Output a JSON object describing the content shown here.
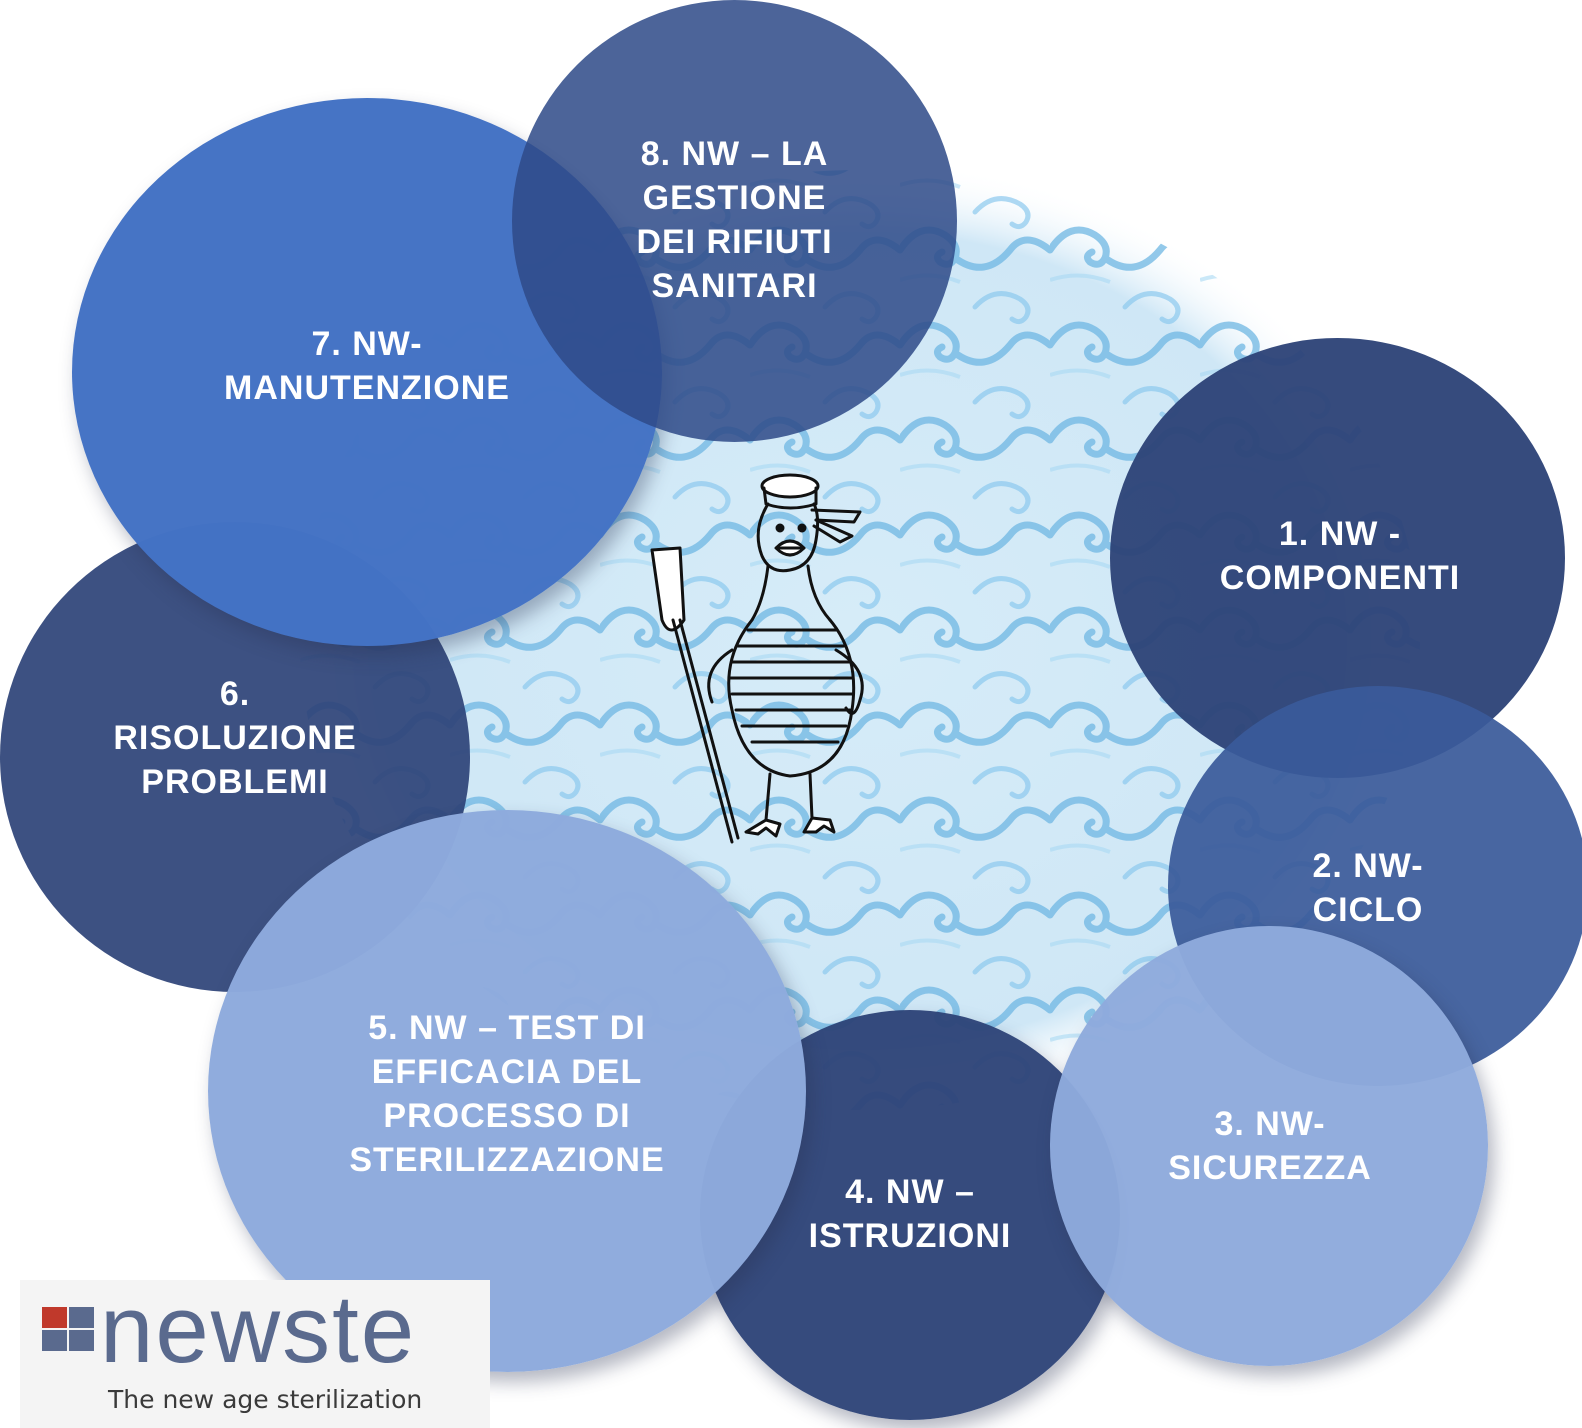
{
  "colors": {
    "dark_navy": "#2e4478",
    "medium_blue": "#3a5a9a",
    "bright_blue": "#4472c4",
    "light_blue": "#8eaadc",
    "wave": "#7fbfe6"
  },
  "topics": [
    {
      "id": 1,
      "label_lines": [
        "1. NW -",
        "COMPONENTI"
      ]
    },
    {
      "id": 2,
      "label_lines": [
        "2. NW-",
        "CICLO"
      ]
    },
    {
      "id": 3,
      "label_lines": [
        "3. NW-",
        "SICUREZZA"
      ]
    },
    {
      "id": 4,
      "label_lines": [
        "4. NW –",
        "ISTRUZIONI"
      ]
    },
    {
      "id": 5,
      "label_lines": [
        "5. NW – TEST DI",
        "EFFICACIA DEL",
        "PROCESSO DI",
        "STERILIZZAZIONE"
      ]
    },
    {
      "id": 6,
      "label_lines": [
        "6.",
        "RISOLUZIONE",
        "PROBLEMI"
      ]
    },
    {
      "id": 7,
      "label_lines": [
        "7. NW-",
        "MANUTENZIONE"
      ]
    },
    {
      "id": 8,
      "label_lines": [
        "8. NW – LA",
        "GESTIONE",
        "DEI RIFIUTI",
        "SANITARI"
      ]
    }
  ],
  "mascot": {
    "icon": "sailor-duck-with-oar-icon"
  },
  "logo": {
    "wordmark": "newste",
    "tagline": "The new age sterilization"
  }
}
